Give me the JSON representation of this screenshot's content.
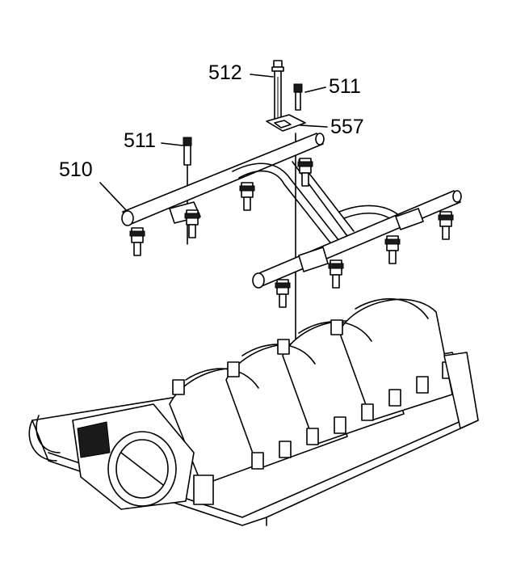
{
  "callouts": {
    "c512": "512",
    "c511_right": "511",
    "c557": "557",
    "c511_left": "511",
    "c510": "510"
  },
  "colors": {
    "line": "#000000",
    "background": "#ffffff"
  }
}
